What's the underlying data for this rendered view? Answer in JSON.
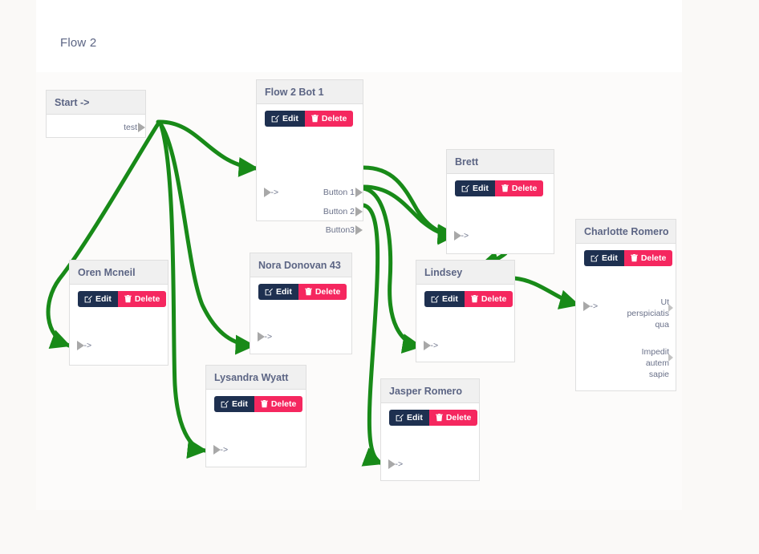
{
  "flow": {
    "title": "Flow 2",
    "accent_green": "#188a18",
    "edit_color": "#1e3050",
    "delete_color": "#f5275f",
    "header_bg": "#f0f0f0",
    "title_color": "#5c6584"
  },
  "buttons": {
    "edit_label": "Edit",
    "delete_label": "Delete"
  },
  "nodes": [
    {
      "id": "start",
      "title": "Start ->",
      "has_actions": false,
      "inputs": [],
      "outputs": [
        "test"
      ]
    },
    {
      "id": "flow2bot1",
      "title": "Flow 2 Bot 1",
      "has_actions": true,
      "inputs": [
        "-->"
      ],
      "outputs": [
        "Button 1",
        "Button 2",
        "Button3"
      ]
    },
    {
      "id": "oren",
      "title": "Oren Mcneil",
      "has_actions": true,
      "inputs": [
        "-->"
      ],
      "outputs": []
    },
    {
      "id": "nora",
      "title": "Nora Donovan 43",
      "has_actions": true,
      "inputs": [
        "-->"
      ],
      "outputs": []
    },
    {
      "id": "lysandra",
      "title": "Lysandra Wyatt",
      "has_actions": true,
      "inputs": [
        "-->"
      ],
      "outputs": []
    },
    {
      "id": "brett",
      "title": "Brett",
      "has_actions": true,
      "inputs": [
        "-->"
      ],
      "outputs": []
    },
    {
      "id": "lindsey",
      "title": "Lindsey",
      "has_actions": true,
      "inputs": [
        "-->"
      ],
      "outputs": []
    },
    {
      "id": "jasper",
      "title": "Jasper Romero",
      "has_actions": true,
      "inputs": [
        "-->"
      ],
      "outputs": []
    },
    {
      "id": "charlotte",
      "title": "Charlotte Romero",
      "has_actions": true,
      "inputs": [
        "-->"
      ],
      "outputs": [
        "Ut perspiciatis qua",
        "Impedit autem sapie"
      ]
    }
  ],
  "labels": {
    "start_title": "Start ->",
    "start_out_test": "test",
    "bot_title": "Flow 2 Bot 1",
    "bot_in": "-->",
    "bot_out_1": "Button 1",
    "bot_out_2": "Button 2",
    "bot_out_3": "Button3",
    "oren_title": "Oren Mcneil",
    "oren_in": "-->",
    "nora_title": "Nora Donovan 43",
    "nora_in": "-->",
    "lysandra_title": "Lysandra Wyatt",
    "lysandra_in": "-->",
    "brett_title": "Brett",
    "brett_in": "-->",
    "lindsey_title": "Lindsey",
    "lindsey_in": "-->",
    "jasper_title": "Jasper Romero",
    "jasper_in": "-->",
    "charlotte_title": "Charlotte Romero",
    "charlotte_in": "-->",
    "charlotte_out_1_l1": "Ut",
    "charlotte_out_1_l2": "perspiciatis",
    "charlotte_out_1_l3": "qua",
    "charlotte_out_2_l1": "Impedit",
    "charlotte_out_2_l2": "autem",
    "charlotte_out_2_l3": "sapie"
  },
  "edges": [
    {
      "from": "start.test",
      "to": "oren.in",
      "label": ""
    },
    {
      "from": "start.test",
      "to": "nora.in",
      "label": ""
    },
    {
      "from": "start.test",
      "to": "lysandra.in",
      "label": ""
    },
    {
      "from": "start.test",
      "to": "flow2bot1.in",
      "label": ""
    },
    {
      "from": "flow2bot1.b1",
      "to": "brett.in",
      "label": ""
    },
    {
      "from": "flow2bot1.b2",
      "to": "brett.in",
      "label": ""
    },
    {
      "from": "flow2bot1.b2",
      "to": "lindsey.in",
      "label": ""
    },
    {
      "from": "flow2bot1.b3",
      "to": "jasper.in",
      "label": ""
    },
    {
      "from": "lindsey.out",
      "to": "charlotte.in",
      "label": ""
    },
    {
      "from": "brett.out",
      "to": "lindsey.top",
      "label": ""
    }
  ]
}
